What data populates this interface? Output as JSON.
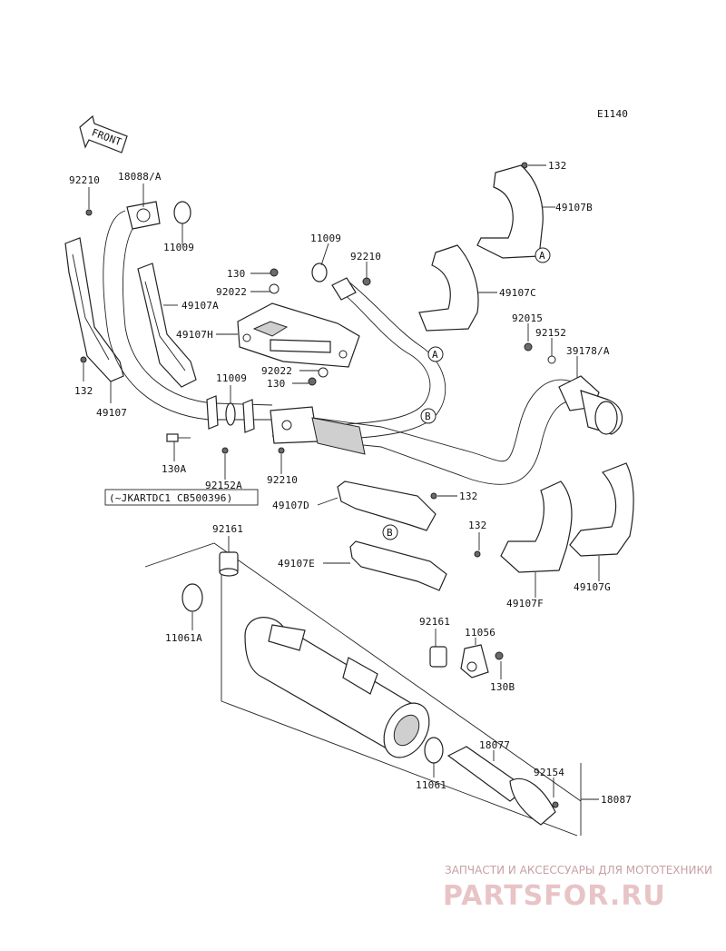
{
  "diagram_code": "E1140",
  "front_label": "FRONT",
  "part_labels": {
    "p92210_a": "92210",
    "p18088a": "18088/A",
    "p11009_a": "11009",
    "p49107a": "49107A",
    "p132_a": "132",
    "p49107": "49107",
    "p130_a": "130",
    "p92022_a": "92022",
    "p49107h": "49107H",
    "p92022_b": "92022",
    "p130_b": "130",
    "p11009_b": "11009",
    "p92210_b": "92210",
    "p11009_c": "11009",
    "p92210_c": "92210",
    "p130a": "130A",
    "p92152a": "92152A",
    "serial_note": "(~JKARTDC1 CB500396)",
    "p49107d": "49107D",
    "p132_b": "132",
    "p49107e": "49107E",
    "p132_c": "132",
    "p132_d": "132",
    "p49107b": "49107B",
    "p49107c": "49107C",
    "p92015": "92015",
    "p92152": "92152",
    "p39178a": "39178/A",
    "p49107f": "49107F",
    "p49107g": "49107G",
    "p92161_a": "92161",
    "p11061a": "11061A",
    "p92161_b": "92161",
    "p11056": "11056",
    "p130b": "130B",
    "p18077": "18077",
    "p92154": "92154",
    "p11061": "11061",
    "p18087": "18087"
  },
  "callouts": {
    "a1": "A",
    "a2": "A",
    "b1": "B",
    "b2": "B"
  },
  "watermark": {
    "top_line": "ЗАПЧАСТИ И АКСЕССУАРЫ ДЛЯ МОТОТЕХНИКИ",
    "brand": "PARTSFOR.RU"
  }
}
